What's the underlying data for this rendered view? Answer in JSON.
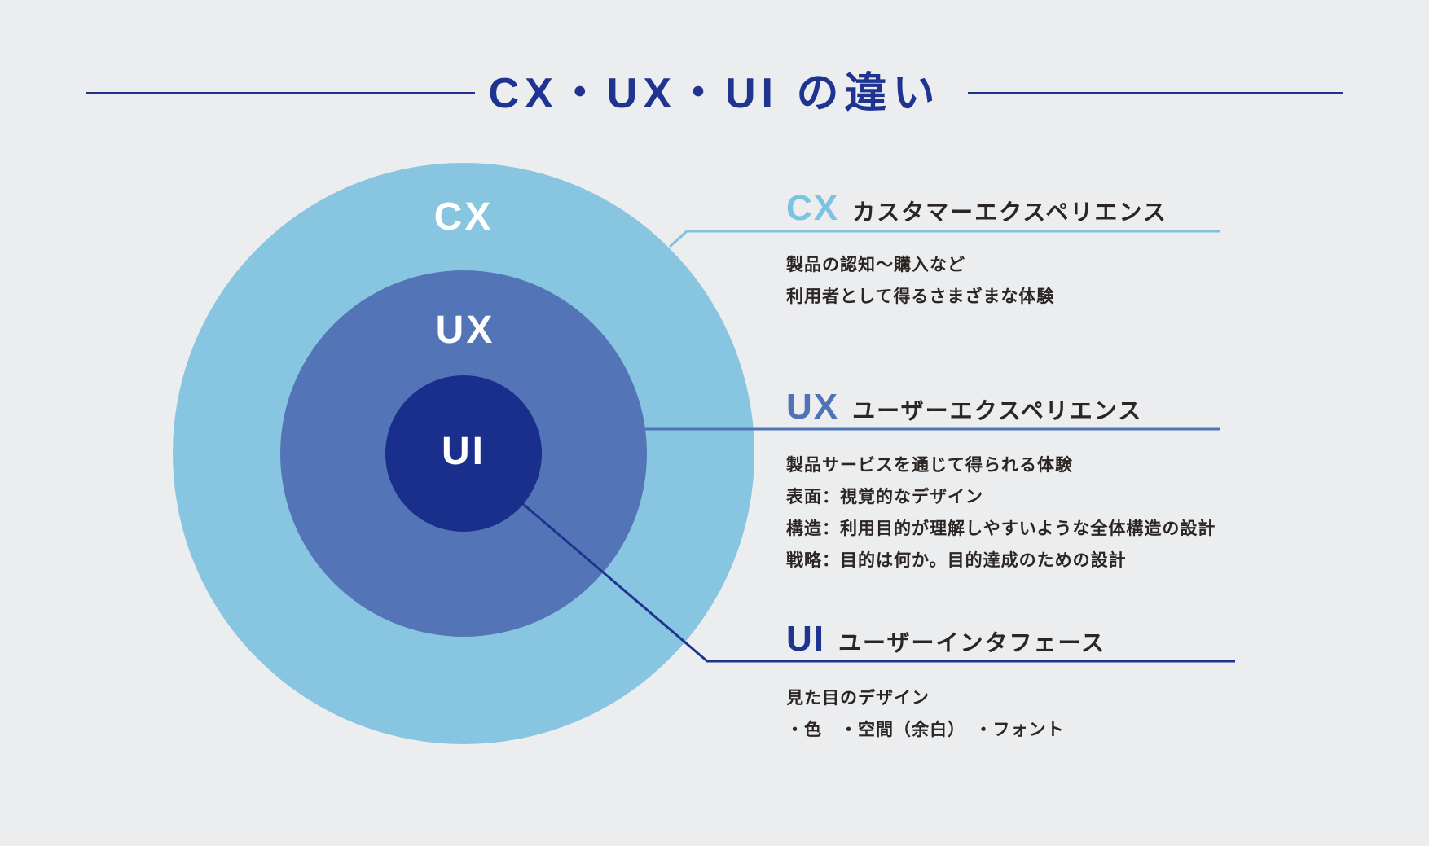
{
  "title": "CX・UX・UI の違い",
  "colors": {
    "background": "#ecedee",
    "title_navy": "#1e3490",
    "ring_cx": "#87c5e0",
    "ring_ux": "#5375b7",
    "ring_ui": "#1a2f8c",
    "accent_cx": "#7cc3e2",
    "accent_ux": "#5073b8",
    "accent_ui": "#1e3490",
    "body_text": "#2b2624"
  },
  "venn": {
    "rings": [
      {
        "label": "CX",
        "color": "#87c5e0"
      },
      {
        "label": "UX",
        "color": "#5375b7"
      },
      {
        "label": "UI",
        "color": "#1a2f8c"
      }
    ]
  },
  "sections": [
    {
      "abbr": "CX",
      "name": "カスタマーエクスペリエンス",
      "accent": "#7cc3e2",
      "lines": [
        "製品の認知〜購入など",
        "利用者として得るさまざまな体験"
      ]
    },
    {
      "abbr": "UX",
      "name": "ユーザーエクスペリエンス",
      "accent": "#5073b8",
      "lines": [
        "製品サービスを通じて得られる体験",
        "表面：視覚的なデザイン",
        "構造：利用目的が理解しやすいような全体構造の設計",
        "戦略：目的は何か。目的達成のための設計"
      ]
    },
    {
      "abbr": "UI",
      "name": "ユーザーインタフェース",
      "accent": "#1e3490",
      "lines": [
        "見た目のデザイン",
        "・色　・空間（余白）　・フォント"
      ]
    }
  ]
}
